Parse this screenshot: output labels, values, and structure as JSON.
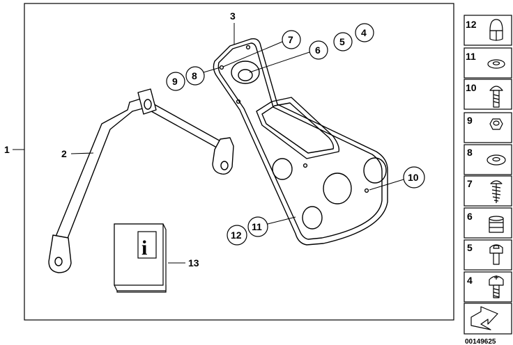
{
  "main_panel": {
    "assembly_label": "1",
    "callouts": {
      "c2": "2",
      "c3": "3",
      "c4": "4",
      "c5": "5",
      "c6": "6",
      "c7": "7",
      "c8": "8",
      "c9": "9",
      "c10": "10",
      "c11": "11",
      "c12": "12",
      "c13": "13"
    },
    "info_book_glyph": "i"
  },
  "parts_sidebar": {
    "items": [
      {
        "number": "12",
        "icon": "cap-nut-icon"
      },
      {
        "number": "11",
        "icon": "washer-icon"
      },
      {
        "number": "10",
        "icon": "oval-head-screw-icon"
      },
      {
        "number": "9",
        "icon": "hex-nut-icon"
      },
      {
        "number": "8",
        "icon": "washer-icon"
      },
      {
        "number": "7",
        "icon": "self-tapping-screw-icon"
      },
      {
        "number": "6",
        "icon": "rubber-grommet-icon"
      },
      {
        "number": "5",
        "icon": "hex-socket-screw-icon"
      },
      {
        "number": "4",
        "icon": "torx-screw-icon"
      }
    ]
  },
  "reference_number": "00149625"
}
